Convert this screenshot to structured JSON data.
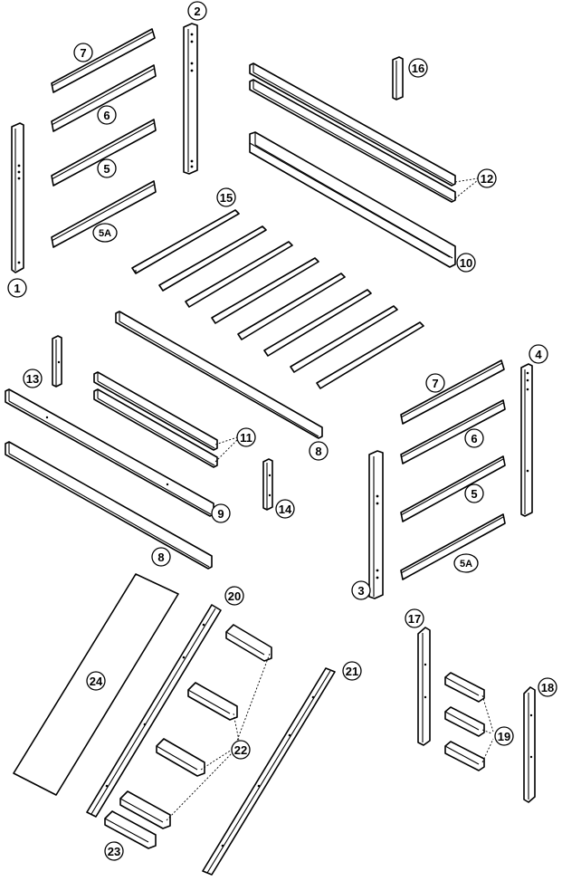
{
  "figure": {
    "callouts": {
      "c1": "1",
      "c2": "2",
      "c3": "3",
      "c4": "4",
      "c5_left": "5",
      "c5_right": "5",
      "c5a_left": "5A",
      "c5a_right": "5A",
      "c6_left": "6",
      "c6_right": "6",
      "c7_left": "7",
      "c7_right": "7",
      "c8_mid": "8",
      "c8_low": "8",
      "c9": "9",
      "c10": "10",
      "c11": "11",
      "c12": "12",
      "c13": "13",
      "c14": "14",
      "c15": "15",
      "c16": "16",
      "c17": "17",
      "c18": "18",
      "c19": "19",
      "c20": "20",
      "c21": "21",
      "c22": "22",
      "c23": "23",
      "c24": "24"
    }
  }
}
